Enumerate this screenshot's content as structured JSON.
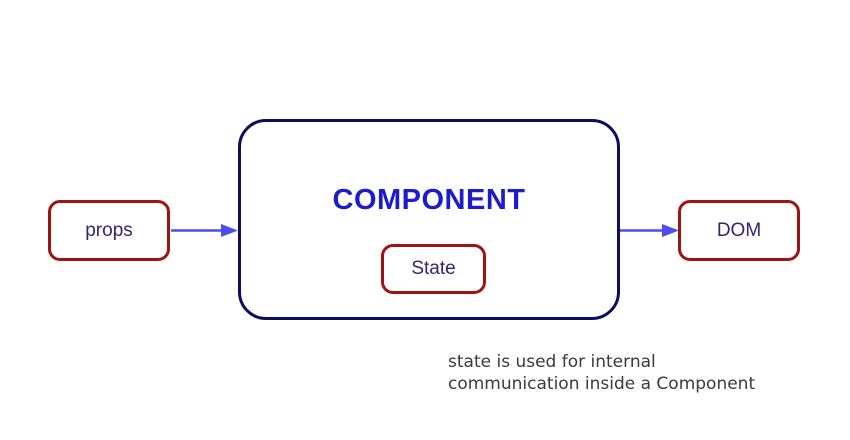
{
  "diagram": {
    "props_box": {
      "label": "props"
    },
    "component_box": {
      "title": "COMPONENT",
      "state_box": {
        "label": "State"
      }
    },
    "dom_box": {
      "label": "DOM"
    },
    "caption": {
      "line1": "state is used for internal",
      "line2": "communication inside a Component"
    },
    "colors": {
      "red_border": "#9d1410",
      "navy_border": "#0d0d5e",
      "title_blue": "#1c1ccd",
      "arrow_blue": "#4c4cf0",
      "label_purple": "#3a2370",
      "caption_gray": "#3a3a3a"
    }
  }
}
